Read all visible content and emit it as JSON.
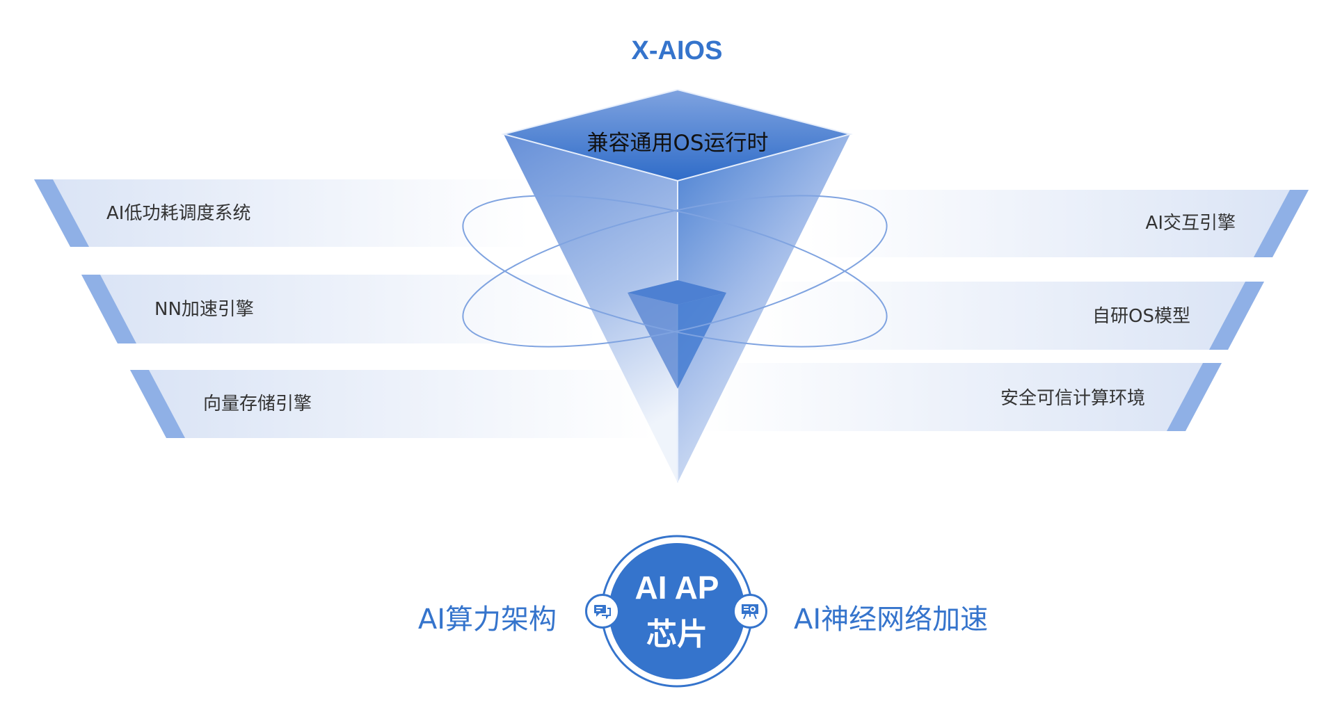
{
  "title": "X-AIOS",
  "top_layer": "兼容通用OS运行时",
  "left_modules": [
    "AI低功耗调度系统",
    "NN加速引擎",
    "向量存储引擎"
  ],
  "right_modules": [
    "AI交互引擎",
    "自研OS模型",
    "安全可信计算环境"
  ],
  "chip": {
    "line1": "AI AP",
    "line2": "芯片"
  },
  "left_feature": "AI算力架构",
  "right_feature": "AI神经网络加速",
  "icons": {
    "left": "chat-icon",
    "right": "presentation-icon"
  },
  "colors": {
    "accent": "#3574cc",
    "band": "#dfe7f6",
    "stripe": "#8fb0e6"
  }
}
